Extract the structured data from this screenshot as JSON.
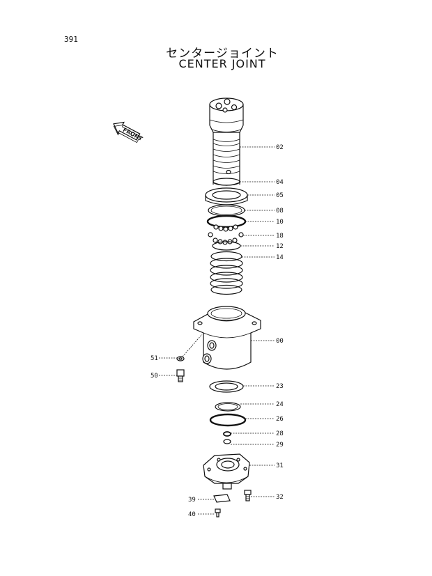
{
  "page_number": "391",
  "title_jp": "センタージョイント",
  "title_en": "CENTER JOINT",
  "front_label": "FRONT",
  "parts": {
    "p02": "02",
    "p04": "04",
    "p05": "05",
    "p08": "08",
    "p10": "10",
    "p18": "18",
    "p12": "12",
    "p14": "14",
    "p00": "00",
    "p51": "51",
    "p50": "50",
    "p23": "23",
    "p24": "24",
    "p26": "26",
    "p28": "28",
    "p29": "29",
    "p31": "31",
    "p32": "32",
    "p39": "39",
    "p40": "40"
  }
}
